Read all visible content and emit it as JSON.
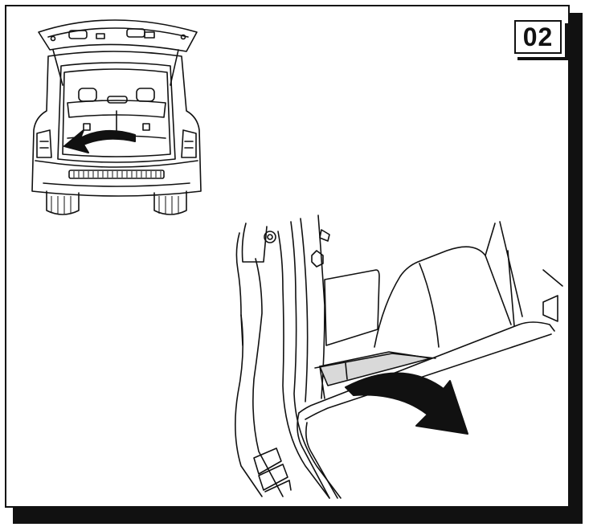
{
  "step": {
    "number": "02"
  },
  "colors": {
    "ink": "#111111",
    "paper": "#ffffff",
    "recess": "#d9d9d9"
  },
  "icons": {
    "arrow_small": "curved-arrow-left",
    "arrow_large": "curved-arrow-right"
  }
}
